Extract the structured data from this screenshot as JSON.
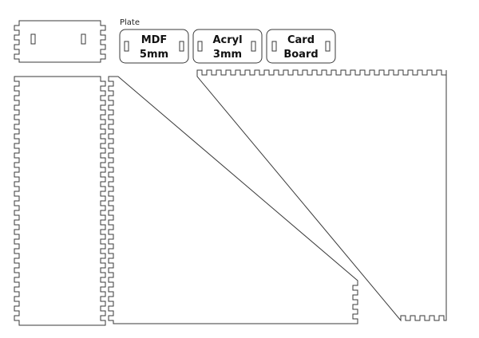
{
  "heading": "Plate",
  "plates": [
    {
      "line1": "MDF",
      "line2": "5mm"
    },
    {
      "line1": "Acryl",
      "line2": "3mm"
    },
    {
      "line1": "Card",
      "line2": "Board"
    }
  ],
  "colors": {
    "stroke": "#3a3a3a",
    "text": "#111111",
    "background": "#ffffff"
  }
}
